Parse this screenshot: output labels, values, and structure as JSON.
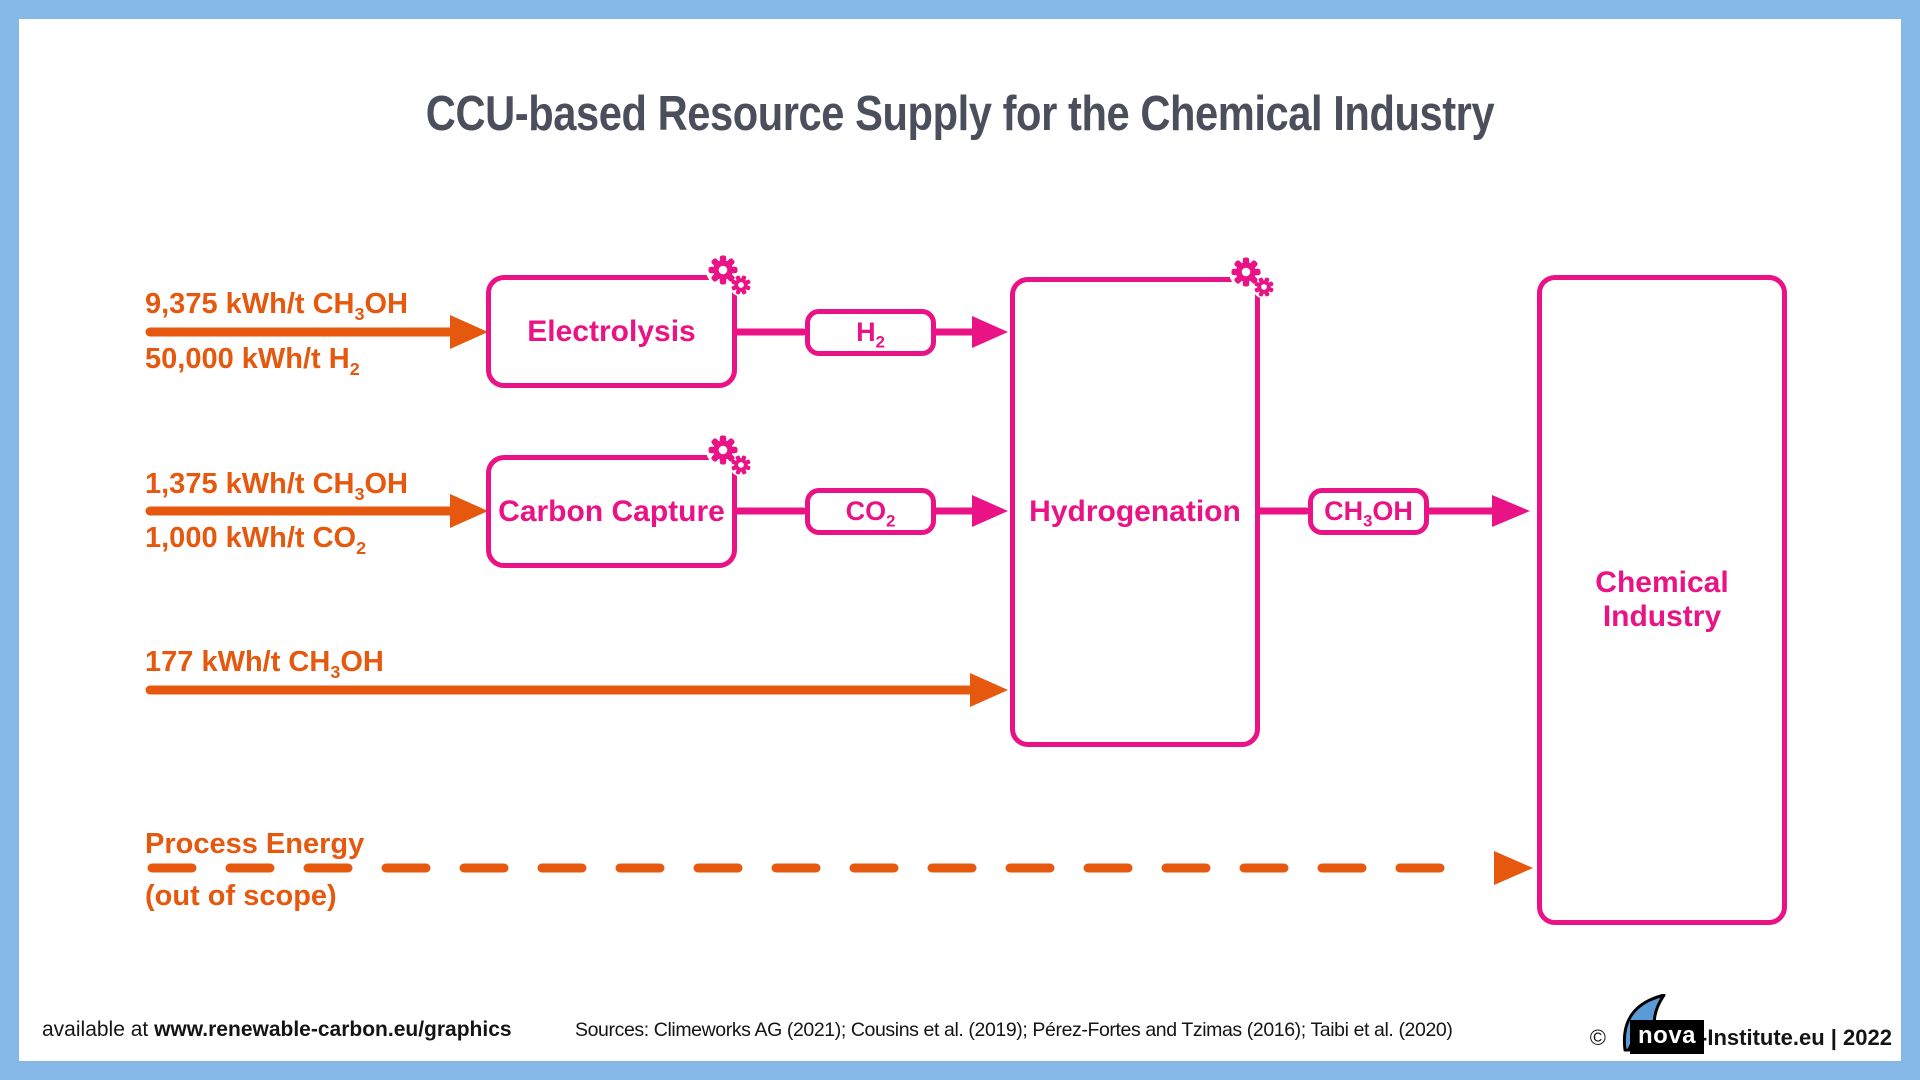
{
  "colors": {
    "pink": "#EA1385",
    "orange": "#E5580E",
    "frame": "#86B9E7",
    "title": "#4A4F5B",
    "logo_blue": "#5B9BD5"
  },
  "title": "CCU-based Resource Supply for the Chemical Industry",
  "inputs": {
    "electrolysis": {
      "line1": [
        {
          "t": "9,375 kWh/t CH"
        },
        {
          "t": "3",
          "sub": true
        },
        {
          "t": "OH"
        }
      ],
      "line2": [
        {
          "t": "50,000 kWh/t H"
        },
        {
          "t": "2",
          "sub": true
        }
      ]
    },
    "carbon_capture": {
      "line1": [
        {
          "t": "1,375 kWh/t CH"
        },
        {
          "t": "3",
          "sub": true
        },
        {
          "t": "OH"
        }
      ],
      "line2": [
        {
          "t": "1,000 kWh/t CO"
        },
        {
          "t": "2",
          "sub": true
        }
      ]
    },
    "hydrogenation_direct": {
      "line1": [
        {
          "t": "177 kWh/t CH"
        },
        {
          "t": "3",
          "sub": true
        },
        {
          "t": "OH"
        }
      ]
    }
  },
  "boxes": {
    "electrolysis": "Electrolysis",
    "carbon_capture": "Carbon Capture",
    "hydrogenation": "Hydrogenation",
    "chemical_industry": "Chemical Industry"
  },
  "pills": {
    "h2": [
      {
        "t": "H"
      },
      {
        "t": "2",
        "sub": true
      }
    ],
    "co2": [
      {
        "t": "CO"
      },
      {
        "t": "2",
        "sub": true
      }
    ],
    "ch3oh": [
      {
        "t": "CH"
      },
      {
        "t": "3",
        "sub": true
      },
      {
        "t": "OH"
      }
    ]
  },
  "process_energy": {
    "label": "Process Energy",
    "note": "(out of scope)"
  },
  "footer": {
    "available_prefix": "available at ",
    "available_url": "www.renewable-carbon.eu/graphics",
    "sources": "Sources: Climeworks AG (2021); Cousins et al. (2019); Pérez-Fortes and Tzimas (2016); Taibi et al. (2020)",
    "copyright_symbol": "©",
    "logo_text": "nova",
    "copyright_suffix": "-Institute.eu | 2022"
  }
}
